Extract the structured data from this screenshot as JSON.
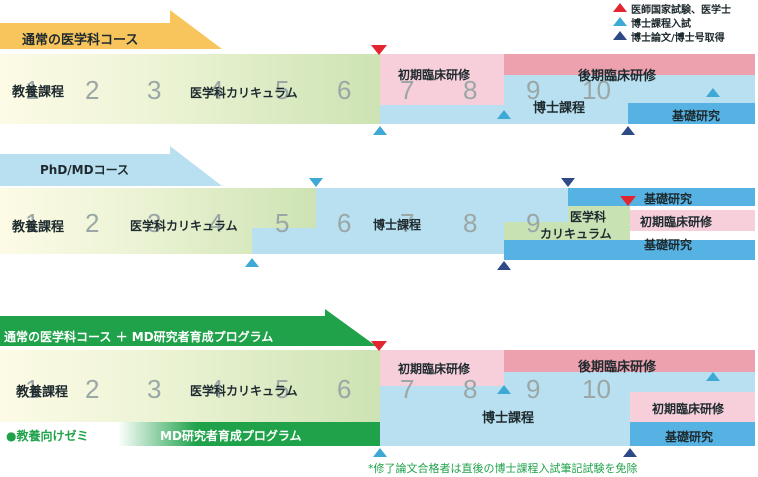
{
  "legend": {
    "item1": "医師国家試験、医学士",
    "item2": "博士課程入試",
    "item3": "博士論文/博士号取得"
  },
  "course1": {
    "title": "通常の医学科コース",
    "kyoyo": "教養課程",
    "igakka": "医学科カリキュラム",
    "shoki": "初期臨床研修",
    "koki": "後期臨床研修",
    "hakase": "博士課程",
    "kiso": "基礎研究"
  },
  "course2": {
    "title": "PhD/MDコース",
    "kyoyo": "教養課程",
    "igakka": "医学科カリキュラム",
    "hakase": "博士課程",
    "igakka2_line1": "医学科",
    "igakka2_line2": "カリキュラム",
    "kiso1": "基礎研究",
    "shoki": "初期臨床研修",
    "kiso2": "基礎研究"
  },
  "course3": {
    "title": "通常の医学科コース ＋ MD研究者育成プログラム",
    "kyoyo": "教養課程",
    "igakka": "医学科カリキュラム",
    "zemi": "●教養向けゼミ",
    "md_program": "MD研究者育成プログラム",
    "shoki1": "初期臨床研修",
    "koki": "後期臨床研修",
    "hakase": "博士課程",
    "shoki2": "初期臨床研修",
    "kiso": "基礎研究"
  },
  "footnote": "*修了論文合格者は直後の博士課程入試筆記試験を免除",
  "years": [
    "1",
    "2",
    "3",
    "4",
    "5",
    "6",
    "7",
    "8",
    "9",
    "10"
  ],
  "colors": {
    "red": "#e2252f",
    "light_blue": "#3fa9d6",
    "dark_blue": "#2e4a86",
    "green": "#1fa24a",
    "yellow": "#f7c55c"
  }
}
